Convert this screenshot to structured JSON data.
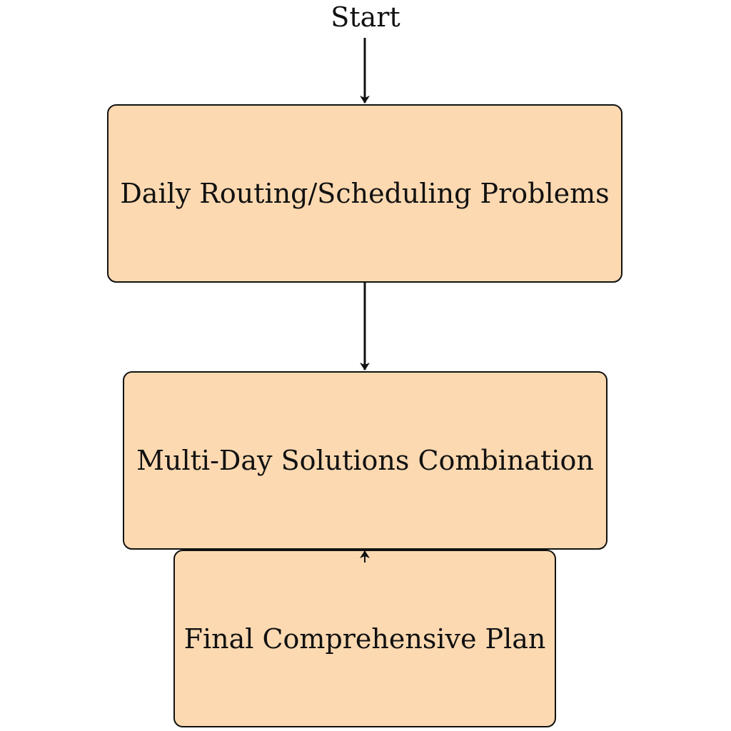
{
  "start_label": "Start",
  "colors": {
    "node_fill": "#fcd9b1",
    "border": "#111111",
    "arrow": "#111111"
  },
  "nodes": [
    {
      "id": "daily",
      "label": "Daily Routing/Scheduling Problems"
    },
    {
      "id": "combo",
      "label": "Multi-Day Solutions Combination"
    },
    {
      "id": "final",
      "label": "Final Comprehensive Plan"
    }
  ],
  "edges": [
    {
      "from": "start",
      "to": "daily"
    },
    {
      "from": "daily",
      "to": "combo"
    },
    {
      "from": "final",
      "to": "combo"
    }
  ]
}
